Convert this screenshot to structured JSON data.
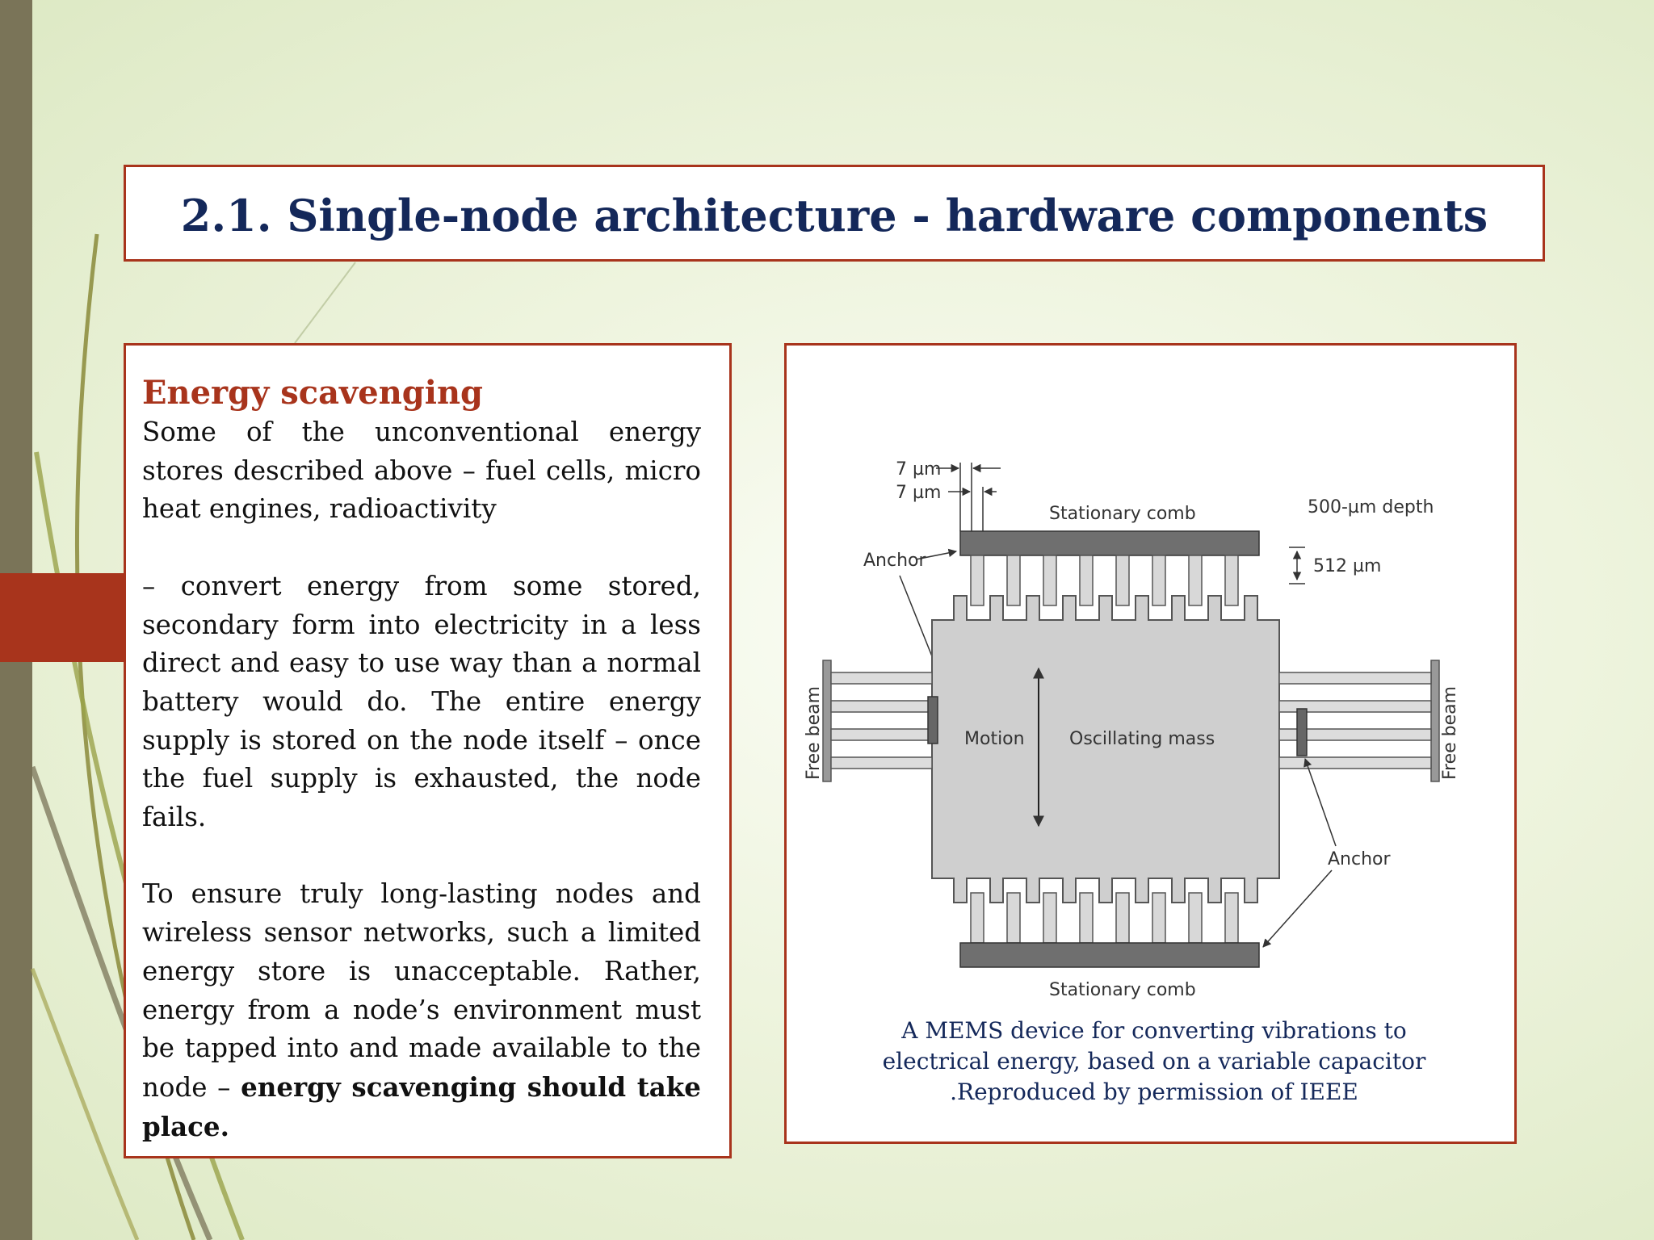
{
  "title": "2.1. Single-node architecture - hardware components",
  "left_panel": {
    "heading": "Energy scavenging",
    "para1": "Some of the unconventional energy stores described above – fuel cells, micro heat engines,  radioactivity",
    "para2": "– convert energy from some stored, secondary form into electricity in a less direct and easy to use way than a normal battery would do. The entire energy supply is stored on the node itself – once the fuel supply is exhausted, the node fails.",
    "para3_plain": "To ensure truly long-lasting nodes and wireless sensor networks, such a limited energy store is unacceptable. Rather, energy from a node’s environment must be tapped into and made available to the node –",
    "para3_bold": "energy scavenging should take place."
  },
  "figure": {
    "labels": {
      "dim_top": "7 µm",
      "dim_second": "7 µm",
      "stationary_comb_top": "Stationary comb",
      "depth": "500-µm depth",
      "anchor_left": "Anchor",
      "gap": "512 µm",
      "free_beam_left": "Free beam",
      "motion": "Motion",
      "oscillating_mass": "Oscillating mass",
      "free_beam_right": "Free beam",
      "anchor_right": "Anchor",
      "stationary_comb_bottom": "Stationary comb"
    },
    "caption": "A MEMS device for converting vibrations to electrical energy, based on a variable capacitor .Reproduced by permission of IEEE"
  }
}
